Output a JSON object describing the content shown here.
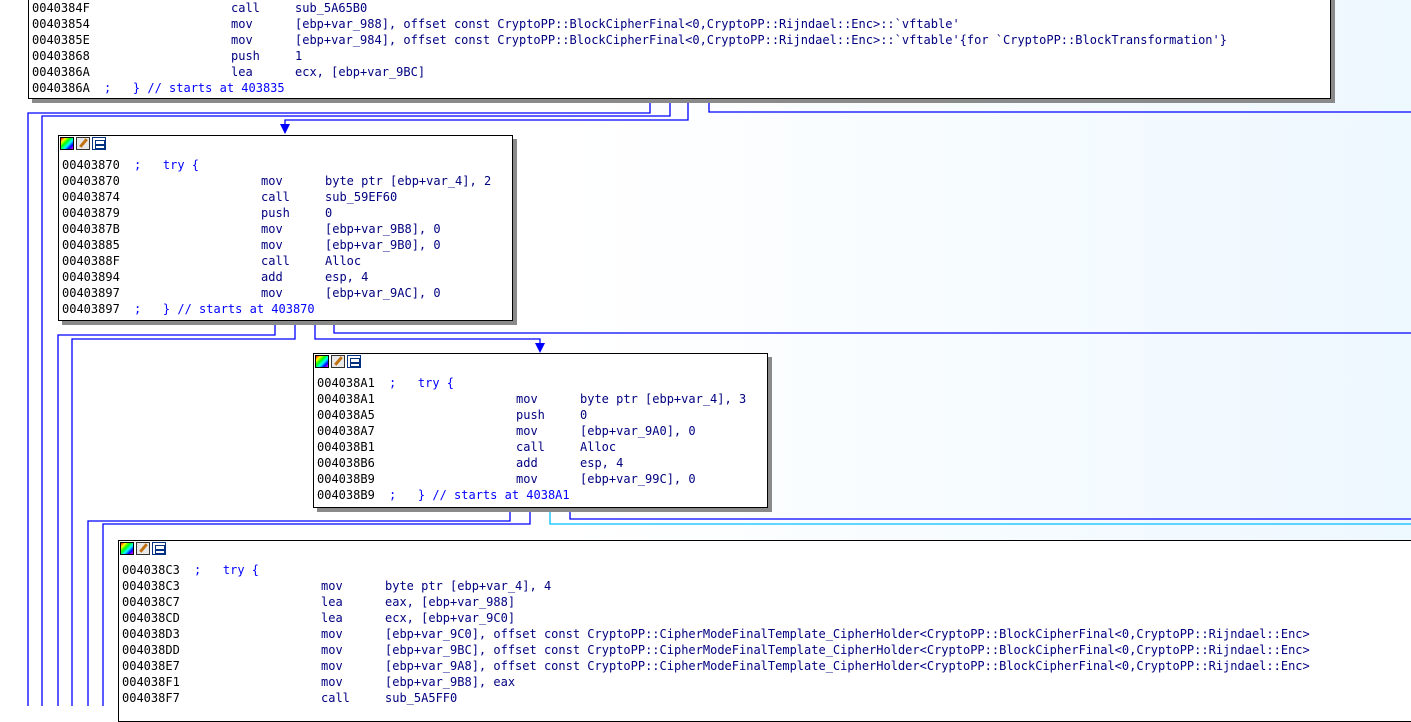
{
  "colors": {
    "address": "#000000",
    "mnemonic": "#000080",
    "operand": "#000080",
    "comment": "#0000ff",
    "number": "#008000",
    "edge": "#0000ff",
    "edge_alt": "#00bfff",
    "shadow": "#8a8a8a"
  },
  "header_icons": [
    "palette-icon",
    "rename-icon",
    "graph-icon"
  ],
  "blocks": [
    {
      "lines": [
        {
          "addr": "0040384F",
          "mn": "call",
          "op": "sub_5A65B0"
        },
        {
          "addr": "00403854",
          "mn": "mov",
          "op": "[ebp+var_988], offset const CryptoPP::BlockCipherFinal<0,CryptoPP::Rijndael::Enc>::`vftable'"
        },
        {
          "addr": "0040385E",
          "mn": "mov",
          "op": "[ebp+var_984], offset const CryptoPP::BlockCipherFinal<0,CryptoPP::Rijndael::Enc>::`vftable'{for `CryptoPP::BlockTransformation'}"
        },
        {
          "addr": "00403868",
          "mn": "push",
          "op": "1"
        },
        {
          "addr": "0040386A",
          "mn": "lea",
          "op": "ecx, [ebp+var_9BC]"
        },
        {
          "addr": "0040386A",
          "comment": ";   } // starts at 403835"
        }
      ]
    },
    {
      "lines": [
        {
          "addr": "00403870",
          "comment": ";   try {"
        },
        {
          "addr": "00403870",
          "mn": "mov",
          "op": "byte ptr [ebp+var_4], 2"
        },
        {
          "addr": "00403874",
          "mn": "call",
          "op": "sub_59EF60"
        },
        {
          "addr": "00403879",
          "mn": "push",
          "op": "0"
        },
        {
          "addr": "0040387B",
          "mn": "mov",
          "op": "[ebp+var_9B8], 0"
        },
        {
          "addr": "00403885",
          "mn": "mov",
          "op": "[ebp+var_9B0], 0"
        },
        {
          "addr": "0040388F",
          "mn": "call",
          "op": "Alloc"
        },
        {
          "addr": "00403894",
          "mn": "add",
          "op": "esp, 4"
        },
        {
          "addr": "00403897",
          "mn": "mov",
          "op": "[ebp+var_9AC], 0"
        },
        {
          "addr": "00403897",
          "comment": ";   } // starts at 403870"
        }
      ]
    },
    {
      "lines": [
        {
          "addr": "004038A1",
          "comment": ";   try {"
        },
        {
          "addr": "004038A1",
          "mn": "mov",
          "op": "byte ptr [ebp+var_4], 3"
        },
        {
          "addr": "004038A5",
          "mn": "push",
          "op": "0"
        },
        {
          "addr": "004038A7",
          "mn": "mov",
          "op": "[ebp+var_9A0], 0"
        },
        {
          "addr": "004038B1",
          "mn": "call",
          "op": "Alloc"
        },
        {
          "addr": "004038B6",
          "mn": "add",
          "op": "esp, 4"
        },
        {
          "addr": "004038B9",
          "mn": "mov",
          "op": "[ebp+var_99C], 0"
        },
        {
          "addr": "004038B9",
          "comment": ";   } // starts at 4038A1"
        }
      ]
    },
    {
      "lines": [
        {
          "addr": "004038C3",
          "comment": ";   try {"
        },
        {
          "addr": "004038C3",
          "mn": "mov",
          "op": "byte ptr [ebp+var_4], 4"
        },
        {
          "addr": "004038C7",
          "mn": "lea",
          "op": "eax, [ebp+var_988]"
        },
        {
          "addr": "004038CD",
          "mn": "lea",
          "op": "ecx, [ebp+var_9C0]"
        },
        {
          "addr": "004038D3",
          "mn": "mov",
          "op": "[ebp+var_9C0], offset const CryptoPP::CipherModeFinalTemplate_CipherHolder<CryptoPP::BlockCipherFinal<0,CryptoPP::Rijndael::Enc>"
        },
        {
          "addr": "004038DD",
          "mn": "mov",
          "op": "[ebp+var_9BC], offset const CryptoPP::CipherModeFinalTemplate_CipherHolder<CryptoPP::BlockCipherFinal<0,CryptoPP::Rijndael::Enc>"
        },
        {
          "addr": "004038E7",
          "mn": "mov",
          "op": "[ebp+var_9A8], offset const CryptoPP::CipherModeFinalTemplate_CipherHolder<CryptoPP::BlockCipherFinal<0,CryptoPP::Rijndael::Enc>"
        },
        {
          "addr": "004038F1",
          "mn": "mov",
          "op": "[ebp+var_9B8], eax"
        },
        {
          "addr": "004038F7",
          "mn": "call",
          "op": "sub_5A5FF0"
        }
      ]
    }
  ]
}
